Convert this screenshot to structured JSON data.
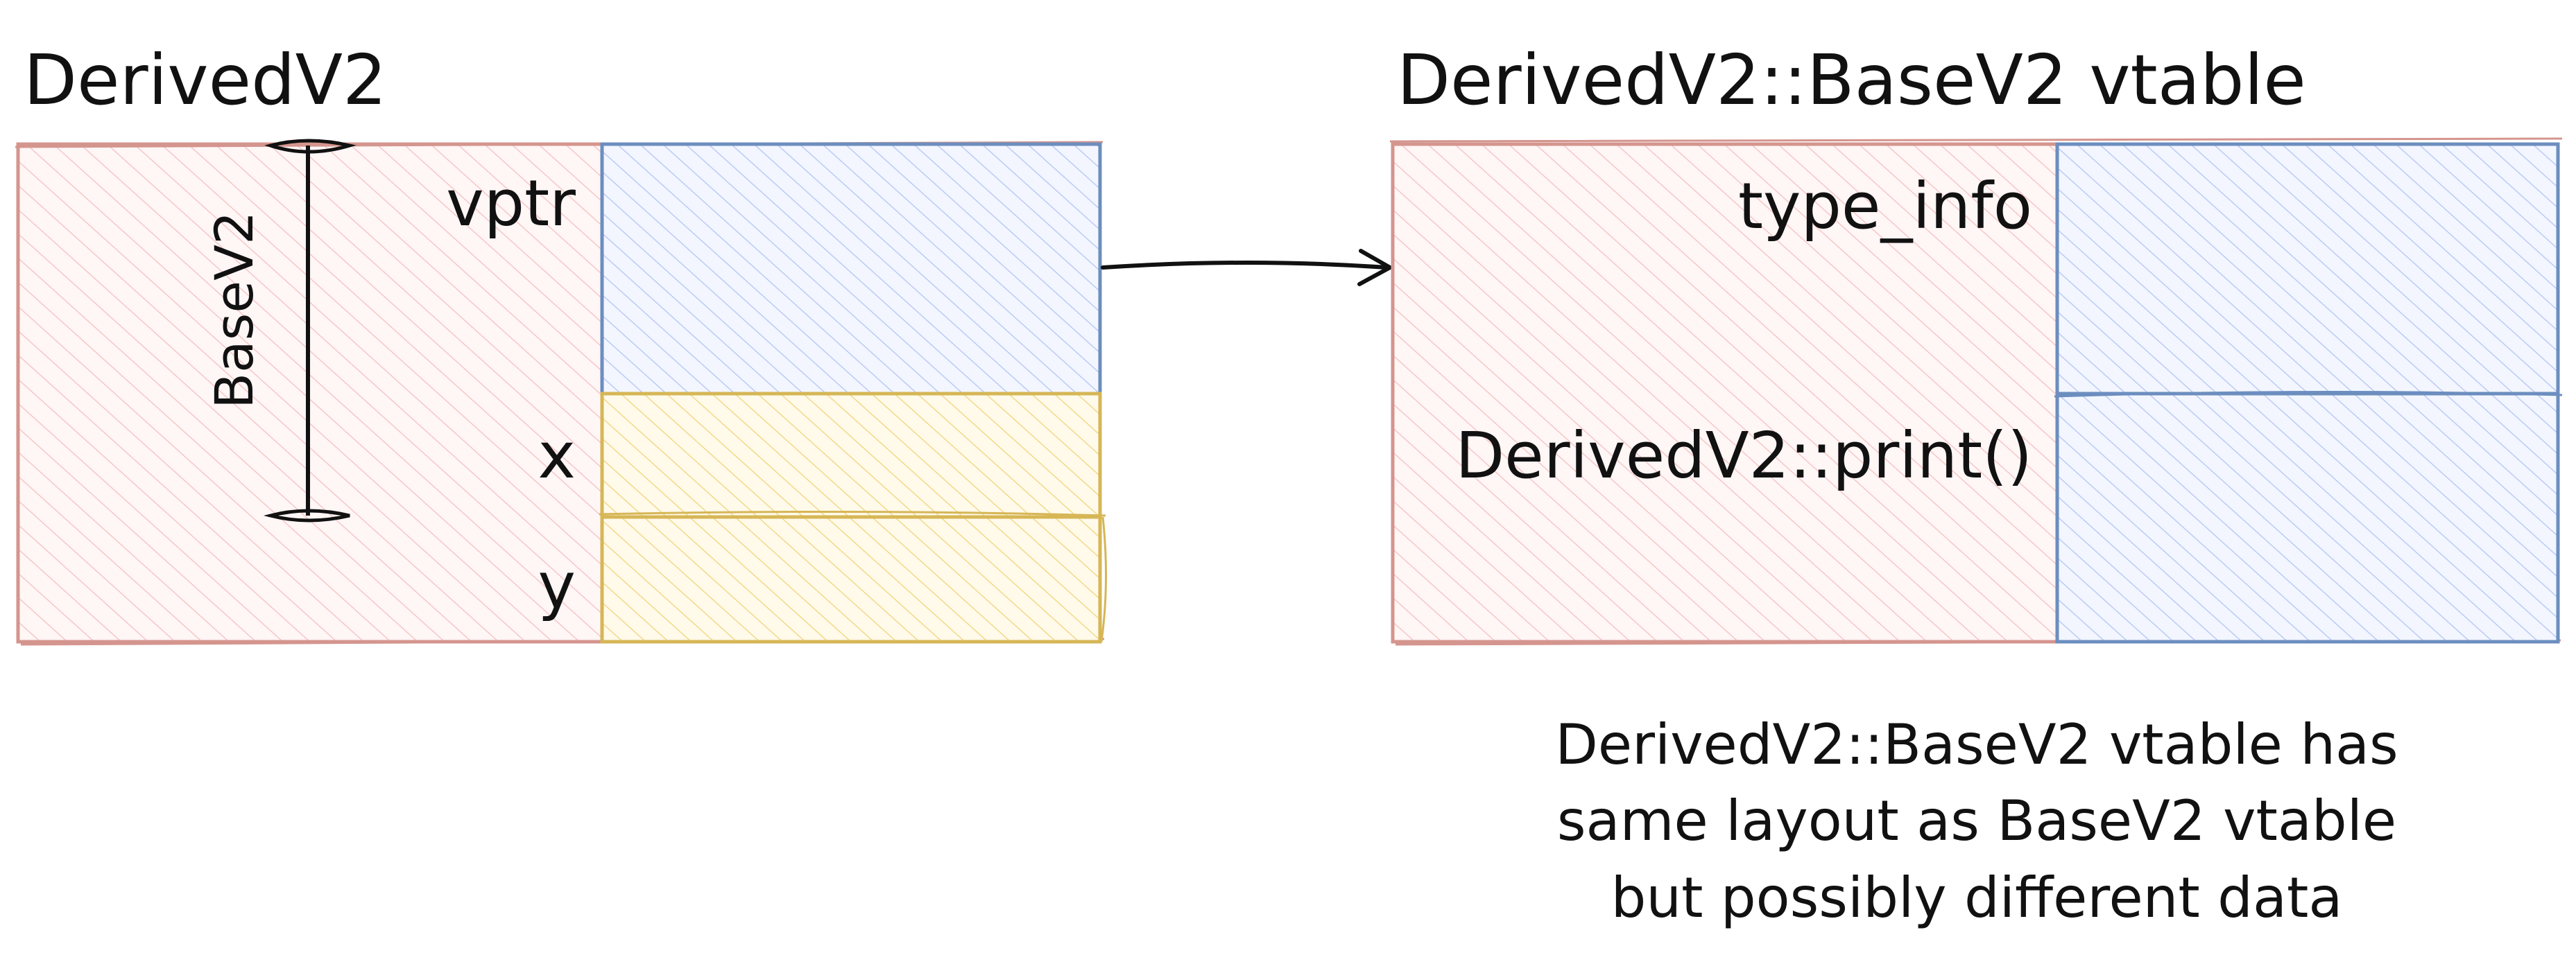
{
  "left": {
    "title": "DerivedV2",
    "base_label": "BaseV2",
    "fields": [
      "vptr",
      "x",
      "y"
    ]
  },
  "right": {
    "title": "DerivedV2::BaseV2 vtable",
    "entries": [
      "type_info",
      "DerivedV2::print()"
    ]
  },
  "note": {
    "lines": [
      "DerivedV2::BaseV2 vtable has",
      "same layout as BaseV2 vtable",
      "but possibly different data"
    ]
  },
  "colors": {
    "object_fill": "#ffe3e3",
    "object_stroke": "#d4958e",
    "pointer_fill": "#dbe4ff",
    "pointer_stroke": "#6c8ebf",
    "member_fill": "#ffedb8",
    "member_stroke": "#d6b656",
    "ink": "#111111"
  }
}
